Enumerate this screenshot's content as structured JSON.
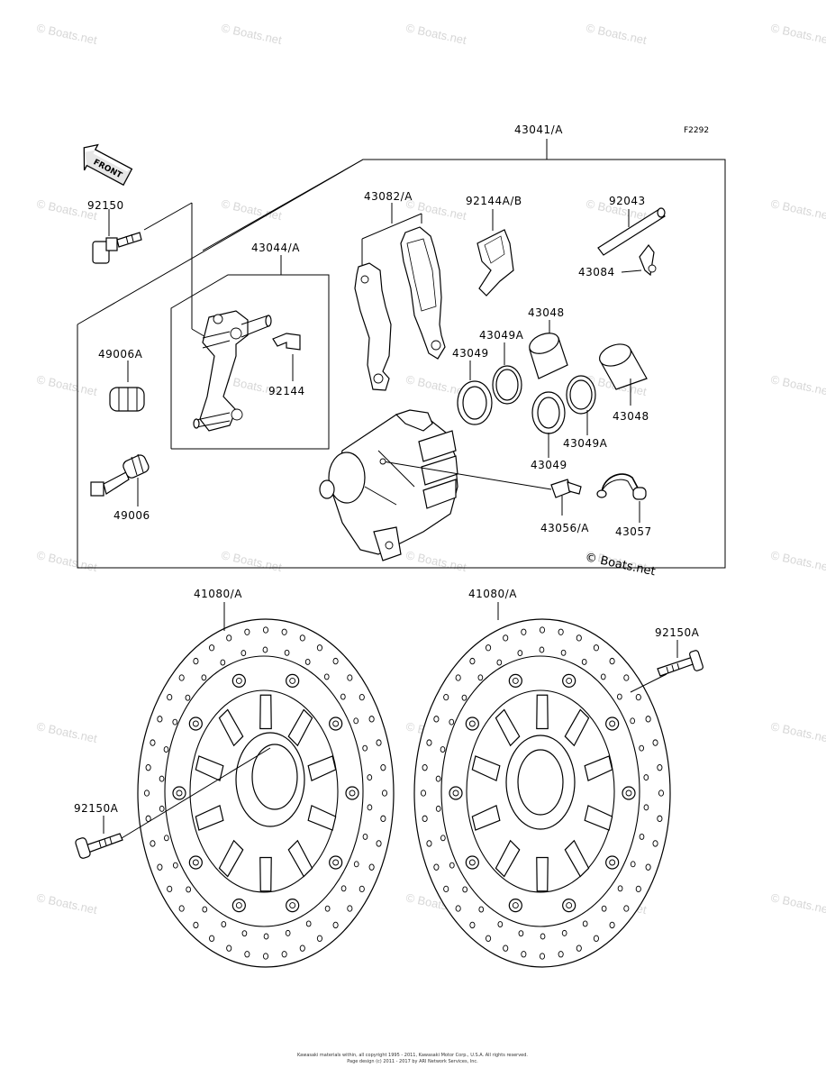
{
  "figure_code": "F2292",
  "front_label": "FRONT",
  "copyright_mark": "© Boats.net",
  "watermark_text": "© Boats.net",
  "footer_line1": "Kawasaki materials within, all copyright 1995 - 2011, Kawasaki Motor Corp., U.S.A. All rights reserved.",
  "footer_line2": "Page design (c) 2011 - 2017 by ARI Network Services, Inc.",
  "parts": {
    "caliper_assy": "43041/A",
    "brake_pads": "43082/A",
    "pad_spring": "92144A/B",
    "pin": "92043",
    "clip": "43084",
    "bracket": "43044/A",
    "bolt_top": "92150",
    "boot_a": "49006A",
    "spring_bracket": "92144",
    "piston_top": "43048",
    "seal_a_top": "43049A",
    "seal_top": "43049",
    "piston_right": "43048",
    "seal_a_right": "43049A",
    "seal_right": "43049",
    "bleeder": "43056/A",
    "bleeder_cap": "43057",
    "slide_pin": "49006",
    "disc_left": "41080/A",
    "disc_right": "41080/A",
    "disc_bolt_right": "92150A",
    "disc_bolt_left": "92150A"
  },
  "colors": {
    "ink": "#000000",
    "watermark": "#d7d7d7",
    "paper": "#ffffff"
  }
}
